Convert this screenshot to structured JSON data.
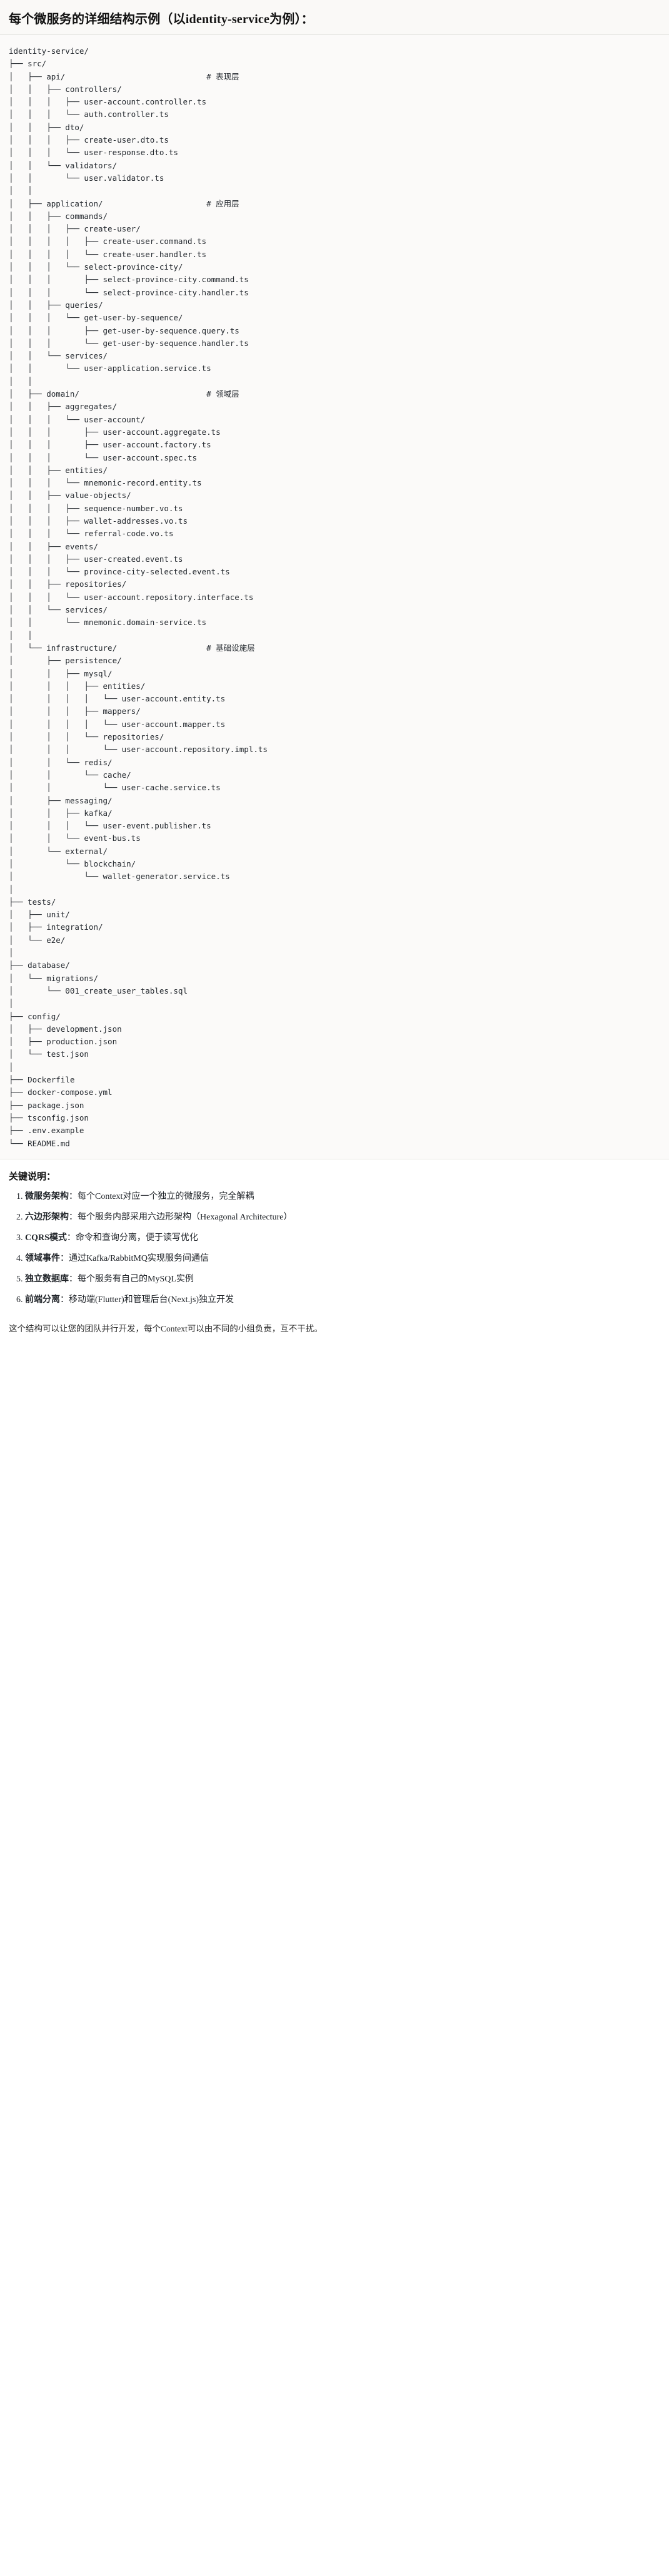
{
  "heading": {
    "text": "每个微服务的详细结构示例（以identity-service为例）："
  },
  "tree": {
    "root": "identity-service/",
    "text": "identity-service/\n├── src/\n│   ├── api/                              # 表现层\n│   │   ├── controllers/\n│   │   │   ├── user-account.controller.ts\n│   │   │   └── auth.controller.ts\n│   │   ├── dto/\n│   │   │   ├── create-user.dto.ts\n│   │   │   └── user-response.dto.ts\n│   │   └── validators/\n│   │       └── user.validator.ts\n│   │\n│   ├── application/                      # 应用层\n│   │   ├── commands/\n│   │   │   ├── create-user/\n│   │   │   │   ├── create-user.command.ts\n│   │   │   │   └── create-user.handler.ts\n│   │   │   └── select-province-city/\n│   │   │       ├── select-province-city.command.ts\n│   │   │       └── select-province-city.handler.ts\n│   │   ├── queries/\n│   │   │   └── get-user-by-sequence/\n│   │   │       ├── get-user-by-sequence.query.ts\n│   │   │       └── get-user-by-sequence.handler.ts\n│   │   └── services/\n│   │       └── user-application.service.ts\n│   │\n│   ├── domain/                           # 领域层\n│   │   ├── aggregates/\n│   │   │   └── user-account/\n│   │   │       ├── user-account.aggregate.ts\n│   │   │       ├── user-account.factory.ts\n│   │   │       └── user-account.spec.ts\n│   │   ├── entities/\n│   │   │   └── mnemonic-record.entity.ts\n│   │   ├── value-objects/\n│   │   │   ├── sequence-number.vo.ts\n│   │   │   ├── wallet-addresses.vo.ts\n│   │   │   └── referral-code.vo.ts\n│   │   ├── events/\n│   │   │   ├── user-created.event.ts\n│   │   │   └── province-city-selected.event.ts\n│   │   ├── repositories/\n│   │   │   └── user-account.repository.interface.ts\n│   │   └── services/\n│   │       └── mnemonic.domain-service.ts\n│   │\n│   └── infrastructure/                   # 基础设施层\n│       ├── persistence/\n│       │   ├── mysql/\n│       │   │   ├── entities/\n│       │   │   │   └── user-account.entity.ts\n│       │   │   ├── mappers/\n│       │   │   │   └── user-account.mapper.ts\n│       │   │   └── repositories/\n│       │   │       └── user-account.repository.impl.ts\n│       │   └── redis/\n│       │       └── cache/\n│       │           └── user-cache.service.ts\n│       ├── messaging/\n│       │   ├── kafka/\n│       │   │   └── user-event.publisher.ts\n│       │   └── event-bus.ts\n│       └── external/\n│           └── blockchain/\n│               └── wallet-generator.service.ts\n│\n├── tests/\n│   ├── unit/\n│   ├── integration/\n│   └── e2e/\n│\n├── database/\n│   └── migrations/\n│       └── 001_create_user_tables.sql\n│\n├── config/\n│   ├── development.json\n│   ├── production.json\n│   └── test.json\n│\n├── Dockerfile\n├── docker-compose.yml\n├── package.json\n├── tsconfig.json\n├── .env.example\n└── README.md",
    "comments": [
      {
        "target": "api/",
        "text": "# 表现层"
      },
      {
        "target": "application/",
        "text": "# 应用层"
      },
      {
        "target": "domain/",
        "text": "# 领域层"
      },
      {
        "target": "infrastructure/",
        "text": "# 基础设施层"
      }
    ]
  },
  "notes": {
    "title": "关键说明：",
    "items": [
      {
        "key": "微服务架构",
        "sep": "：",
        "value": "每个Context对应一个独立的微服务，完全解耦"
      },
      {
        "key": "六边形架构",
        "sep": "：",
        "value": "每个服务内部采用六边形架构（Hexagonal Architecture）"
      },
      {
        "key": "CQRS模式",
        "sep": "：",
        "value": "命令和查询分离，便于读写优化"
      },
      {
        "key": "领域事件",
        "sep": "：",
        "value": "通过Kafka/RabbitMQ实现服务间通信"
      },
      {
        "key": "独立数据库",
        "sep": "：",
        "value": "每个服务有自己的MySQL实例"
      },
      {
        "key": "前端分离",
        "sep": "：",
        "value": "移动端(Flutter)和管理后台(Next.js)独立开发"
      }
    ]
  },
  "footer": {
    "text": "这个结构可以让您的团队并行开发，每个Context可以由不同的小组负责，互不干扰。"
  }
}
